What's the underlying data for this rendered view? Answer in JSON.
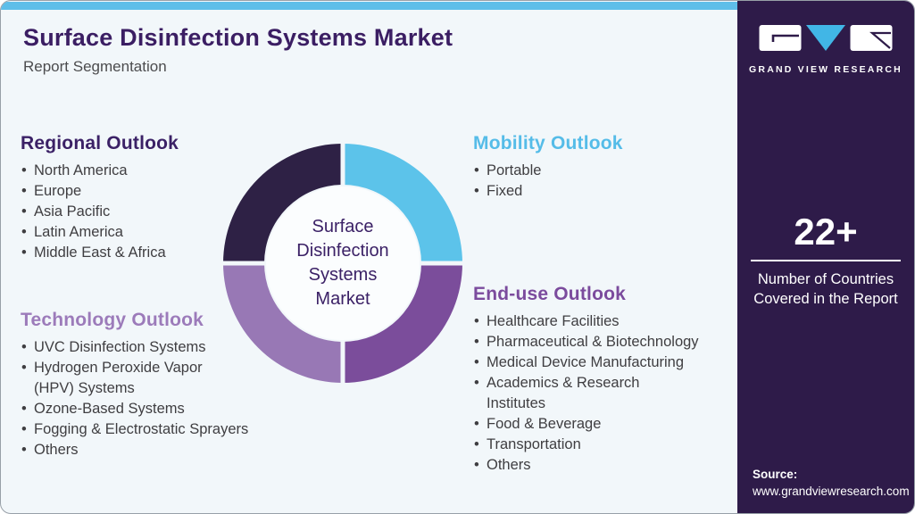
{
  "page": {
    "title": "Surface Disinfection Systems Market",
    "title_color": "#3B1E63",
    "subtitle": "Report Segmentation"
  },
  "colors": {
    "card_bg": "#F2F7FA",
    "topbar": "#5EBEE9",
    "sidebar_bg": "#2E1B49",
    "hole": "#FBFDFE",
    "logo_triangle": "#41B6E6",
    "body_text": "#3F3E41"
  },
  "sections": [
    {
      "heading": "Regional Outlook",
      "color": "#3B2166",
      "items": [
        "North America",
        "Europe",
        "Asia Pacific",
        "Latin America",
        "Middle East & Africa"
      ]
    },
    {
      "heading": "Technology Outlook",
      "color": "#9C7BBA",
      "items": [
        "UVC Disinfection Systems",
        "Hydrogen Peroxide Vapor\n(HPV) Systems",
        "Ozone-Based Systems",
        "Fogging & Electrostatic Sprayers",
        "Others"
      ]
    },
    {
      "heading": "Mobility Outlook",
      "color": "#55BCE8",
      "items": [
        "Portable",
        "Fixed"
      ]
    },
    {
      "heading": "End-use Outlook",
      "color": "#7B4B9D",
      "items": [
        "Healthcare Facilities",
        "Pharmaceutical & Biotechnology",
        "Medical Device Manufacturing",
        "Academics & Research\nInstitutes",
        "Food & Beverage",
        "Transportation",
        "Others"
      ]
    }
  ],
  "chart_data": {
    "type": "pie",
    "title": "Surface Disinfection Systems Market",
    "center_label_lines": [
      "Surface",
      "Disinfection",
      "Systems",
      "Market"
    ],
    "center_label_color": "#3B2166",
    "legend_position": "none",
    "segments": [
      {
        "name": "Regional Outlook",
        "position": "top-left",
        "value": 25,
        "color": "#2E2145"
      },
      {
        "name": "Mobility Outlook",
        "position": "top-right",
        "value": 25,
        "color": "#5CC3EA"
      },
      {
        "name": "End-use Outlook",
        "position": "bottom-right",
        "value": 25,
        "color": "#7B4D9B"
      },
      {
        "name": "Technology Outlook",
        "position": "bottom-left",
        "value": 25,
        "color": "#9878B5"
      }
    ]
  },
  "sidebar": {
    "logo_text": "GRAND VIEW RESEARCH",
    "stat": {
      "value": "22+",
      "caption": "Number of Countries Covered in the Report"
    },
    "source": {
      "label": "Source:",
      "url": "www.grandviewresearch.com"
    }
  }
}
